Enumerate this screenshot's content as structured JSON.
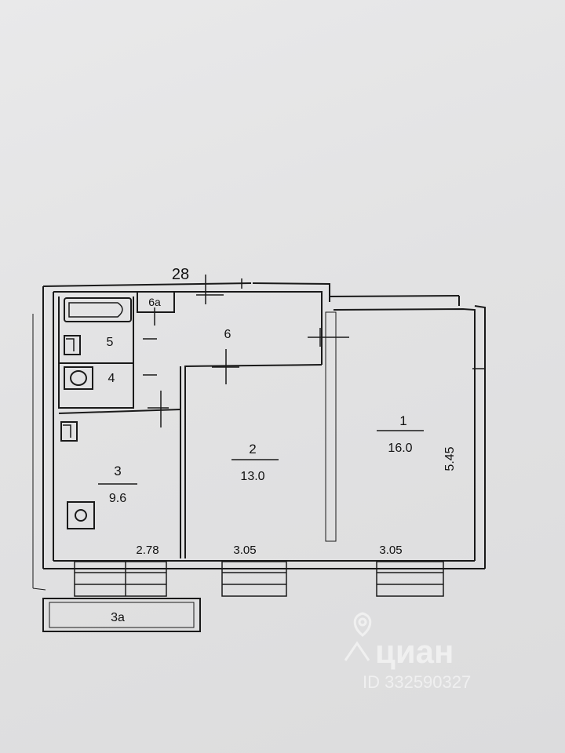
{
  "plan": {
    "house_number": "28",
    "rooms": [
      {
        "number": "1",
        "area": "16.0"
      },
      {
        "number": "2",
        "area": "13.0"
      },
      {
        "number": "3",
        "area": "9.6"
      },
      {
        "number": "4"
      },
      {
        "number": "5"
      },
      {
        "number": "6"
      },
      {
        "number": "6а"
      },
      {
        "number": "3а"
      }
    ],
    "dimensions": {
      "room3_width": "2.78",
      "room2_width": "3.05",
      "room1_width": "3.05",
      "room1_length": "5.45"
    }
  },
  "watermark": {
    "brand": "циан",
    "id_text": "ID 332590327"
  },
  "colors": {
    "paper": "#e4e4e5",
    "ink": "#1a1a1a"
  }
}
